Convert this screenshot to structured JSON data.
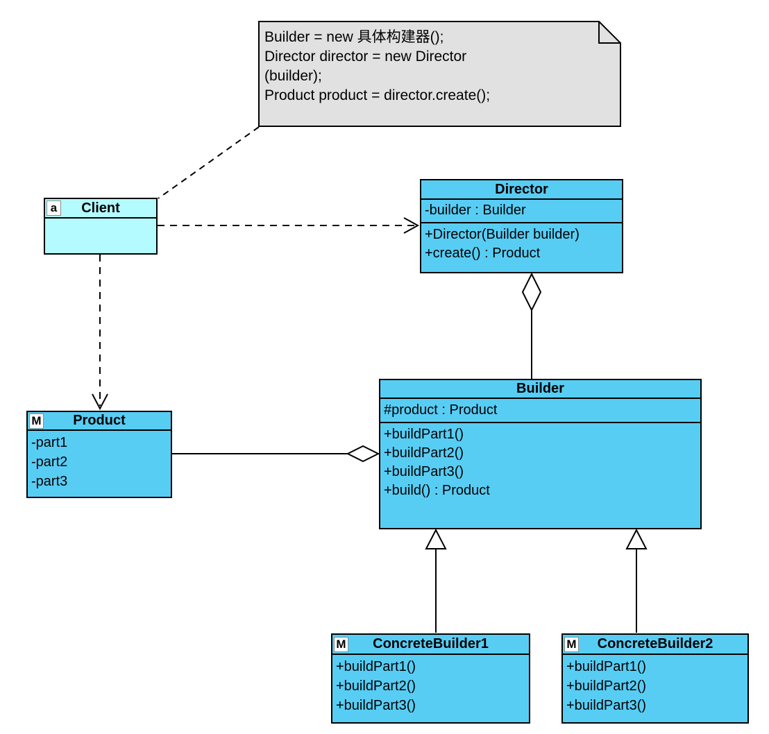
{
  "diagram": {
    "type": "uml-class-diagram",
    "pattern": "Builder"
  },
  "colors": {
    "class_fill": "#58CDF4",
    "client_fill": "#B3FBFF",
    "note_fill": "#E1E1E1",
    "outline": "#000000",
    "marker_fill": "#FFFFFF"
  },
  "note": {
    "lines": [
      "Builder = new 具体构建器();",
      "Director director = new Director",
      "(builder);",
      "Product product = director.create();"
    ]
  },
  "classes": {
    "client": {
      "icon": "a",
      "name": "Client",
      "attributes": [],
      "methods": []
    },
    "director": {
      "name": "Director",
      "attributes": [
        "-builder : Builder"
      ],
      "methods": [
        "+Director(Builder builder)",
        "+create() : Product"
      ]
    },
    "builder": {
      "name": "Builder",
      "attributes": [
        "#product : Product"
      ],
      "methods": [
        "+buildPart1()",
        "+buildPart2()",
        "+buildPart3()",
        "+build() : Product"
      ]
    },
    "product": {
      "icon": "M",
      "name": "Product",
      "attributes": [
        "-part1",
        "-part2",
        "-part3"
      ],
      "methods": []
    },
    "concreteBuilder1": {
      "icon": "M",
      "name": "ConcreteBuilder1",
      "attributes": [],
      "methods": [
        "+buildPart1()",
        "+buildPart2()",
        "+buildPart3()"
      ]
    },
    "concreteBuilder2": {
      "icon": "M",
      "name": "ConcreteBuilder2",
      "attributes": [],
      "methods": [
        "+buildPart1()",
        "+buildPart2()",
        "+buildPart3()"
      ]
    }
  },
  "relationships": [
    {
      "type": "note-anchor",
      "from": "note",
      "to": "Client",
      "style": "dashed"
    },
    {
      "type": "dependency",
      "from": "Client",
      "to": "Director",
      "style": "dashed-open-arrow"
    },
    {
      "type": "dependency",
      "from": "Client",
      "to": "Product",
      "style": "dashed-open-arrow"
    },
    {
      "type": "aggregation",
      "whole": "Director",
      "part": "Builder",
      "style": "solid-hollow-diamond"
    },
    {
      "type": "aggregation",
      "whole": "Builder",
      "part": "Product",
      "style": "solid-hollow-diamond"
    },
    {
      "type": "generalization",
      "from": "ConcreteBuilder1",
      "to": "Builder",
      "style": "solid-hollow-triangle"
    },
    {
      "type": "generalization",
      "from": "ConcreteBuilder2",
      "to": "Builder",
      "style": "solid-hollow-triangle"
    }
  ]
}
